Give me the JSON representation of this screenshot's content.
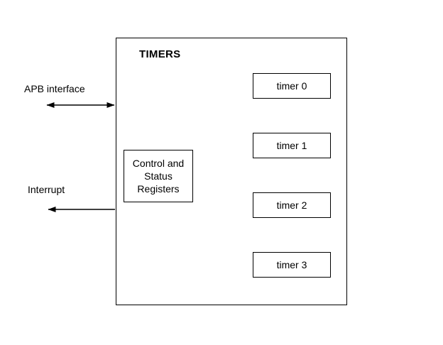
{
  "diagram": {
    "title": "TIMERS",
    "external_labels": {
      "apb": "APB interface",
      "interrupt": "Interrupt"
    },
    "csr": {
      "lines": [
        "Control and",
        "Status",
        "Registers"
      ]
    },
    "timers": [
      {
        "label": "timer 0"
      },
      {
        "label": "timer 1"
      },
      {
        "label": "timer 2"
      },
      {
        "label": "timer 3"
      }
    ],
    "connections": [
      {
        "from": "APB bus",
        "to": "TIMERS block",
        "type": "bidirectional",
        "label": "APB interface"
      },
      {
        "from": "TIMERS block",
        "to": "external",
        "type": "output",
        "label": "Interrupt"
      },
      {
        "from": "Control and Status Registers",
        "to": "timer 0",
        "type": "bidirectional"
      },
      {
        "from": "Control and Status Registers",
        "to": "timer 1",
        "type": "bidirectional"
      },
      {
        "from": "Control and Status Registers",
        "to": "timer 2",
        "type": "bidirectional"
      },
      {
        "from": "Control and Status Registers",
        "to": "timer 3",
        "type": "bidirectional"
      }
    ],
    "colors": {
      "line": "#000000",
      "box_border": "#000000",
      "box_fill": "#ffffff",
      "background": "#ffffff",
      "text": "#000000"
    }
  }
}
